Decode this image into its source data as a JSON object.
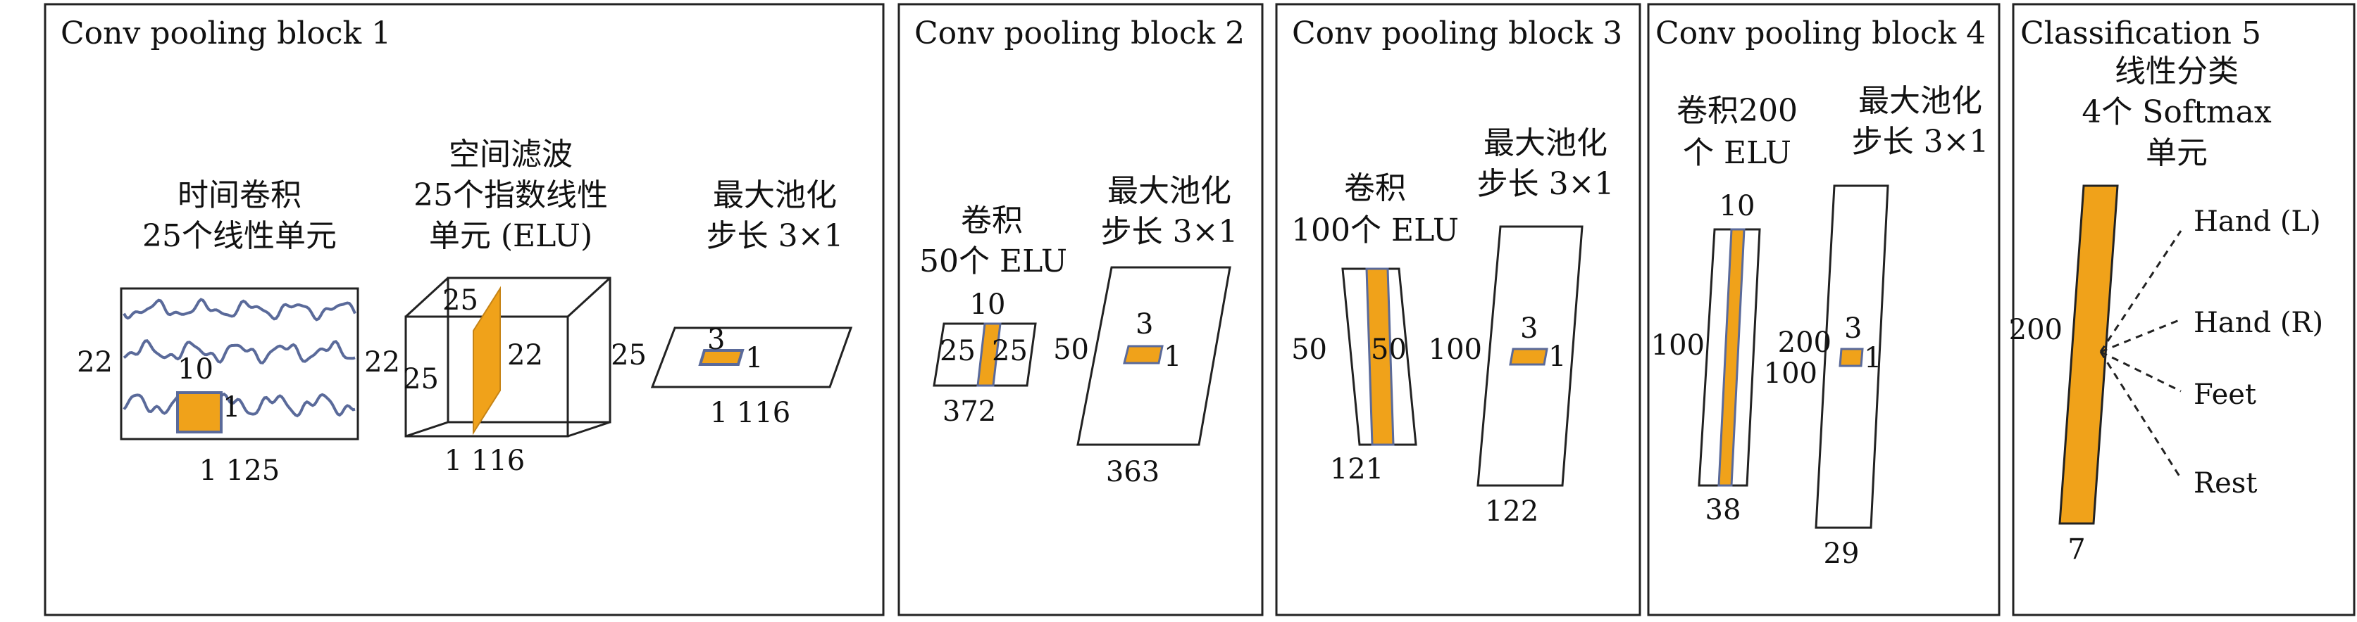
{
  "colors": {
    "accent": "#F0A21A",
    "wave": "#5A6A9A",
    "line": "#222222"
  },
  "blocks": [
    {
      "title": "Conv pooling block 1",
      "layer1": {
        "caption": [
          "时间卷积",
          "25个线性单元"
        ],
        "height": "22",
        "width": "1 125",
        "kernel_h": "10",
        "kernel_w": "1"
      },
      "layer2": {
        "caption": [
          "空间滤波",
          "25个指数线性",
          "单元 (ELU)"
        ],
        "left": "22",
        "depth": "25",
        "filter_top": "25",
        "filter_right": "22",
        "width": "1 116"
      },
      "layer3": {
        "caption": [
          "最大池化",
          "步长 3×1"
        ],
        "left": "25",
        "kernel_h": "3",
        "kernel_w": "1",
        "width": "1 116"
      }
    },
    {
      "title": "Conv pooling block 2",
      "conv": {
        "caption": [
          "卷积",
          "50个 ELU"
        ],
        "top": "10",
        "left": "25",
        "right": "25",
        "width": "372"
      },
      "pool": {
        "caption": [
          "最大池化",
          "步长 3×1"
        ],
        "left": "50",
        "kernel_h": "3",
        "kernel_w": "1",
        "width": "363"
      }
    },
    {
      "title": "Conv pooling block 3",
      "conv": {
        "caption": [
          "卷积",
          "100个 ELU"
        ],
        "left": "50",
        "right": "50",
        "width": "121"
      },
      "pool": {
        "caption": [
          "最大池化",
          "步长 3×1"
        ],
        "left": "100",
        "kernel_h": "3",
        "kernel_w": "1",
        "width": "122"
      }
    },
    {
      "title": "Conv pooling block 4",
      "conv": {
        "caption": [
          "卷积200",
          "个 ELU"
        ],
        "top": "10",
        "left": "100",
        "right": "200",
        "width": "38"
      },
      "pool": {
        "caption": [
          "最大池化",
          "步长 3×1"
        ],
        "left": "100",
        "kernel_h": "3",
        "kernel_w": "1",
        "width": "29"
      }
    },
    {
      "title": "Classification 5",
      "caption": [
        "线性分类",
        "4个 Softmax",
        "单元"
      ],
      "left": "200",
      "width": "7",
      "outputs": [
        "Hand (L)",
        "Hand (R)",
        "Feet",
        "Rest"
      ]
    }
  ]
}
